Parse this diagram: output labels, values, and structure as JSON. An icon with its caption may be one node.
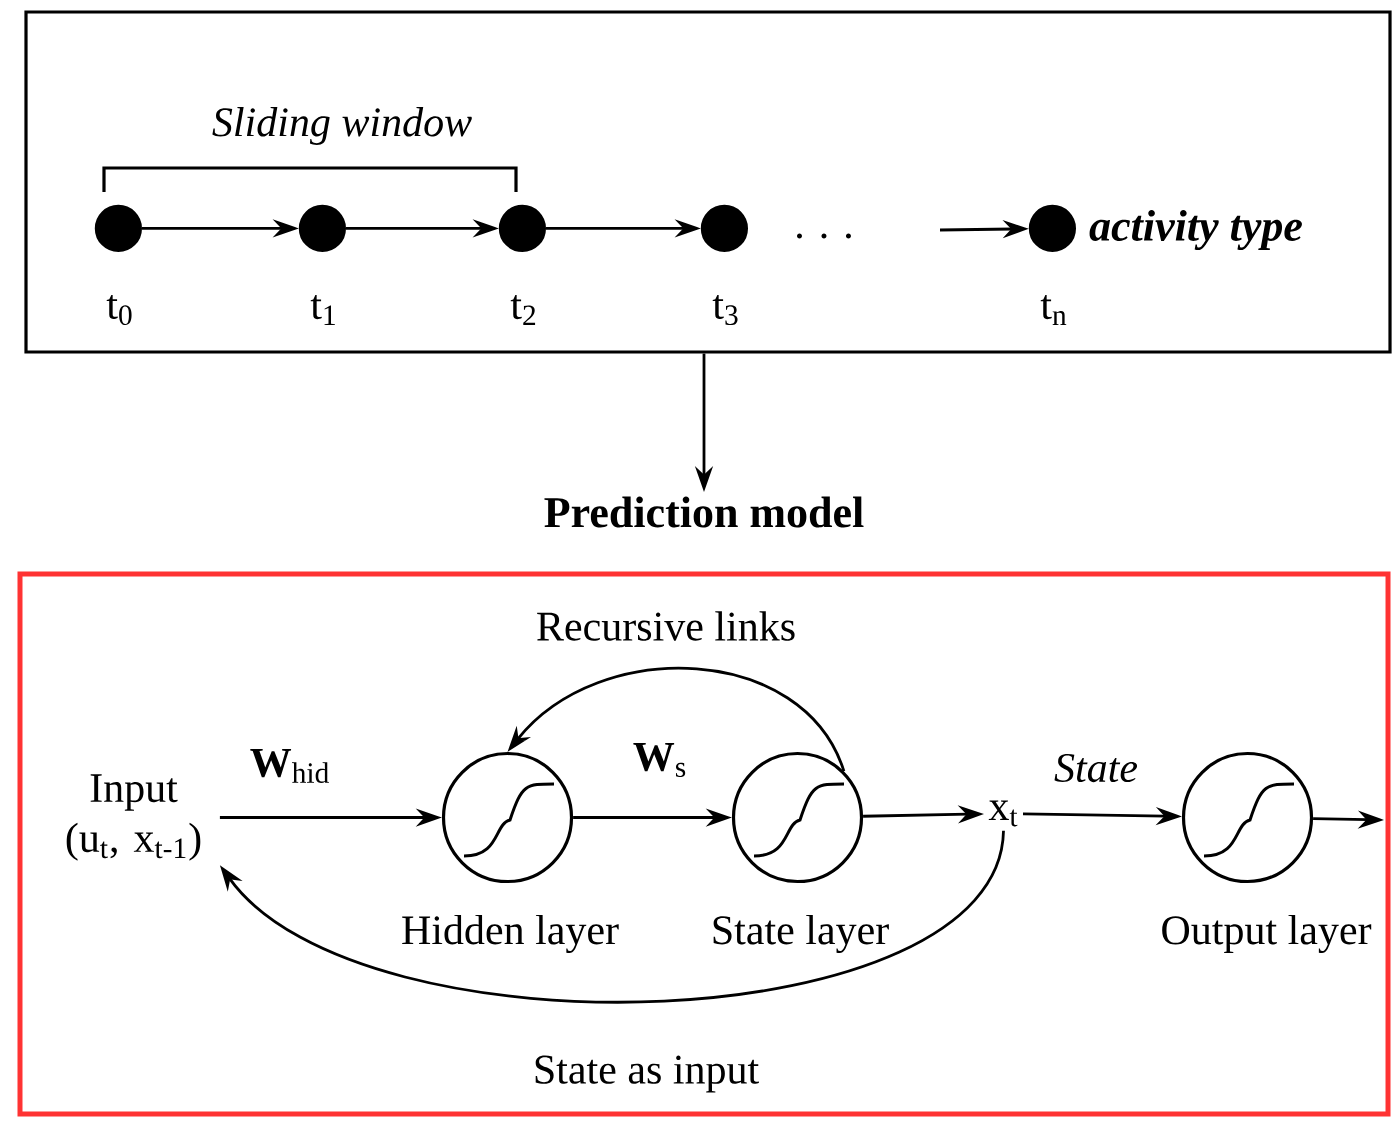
{
  "diagram": {
    "nodes": [
      {
        "text": [],
        "shape": "box"
      },
      {
        "text": [],
        "shape": "circle",
        "in": 0,
        "beside": [
          "t$_{0}$"
        ]
      },
      {
        "text": [],
        "shape": "circle",
        "in": 0,
        "beside": [
          "t$_{1}$"
        ]
      },
      {
        "text": [],
        "shape": "circle",
        "in": 0,
        "beside": [
          "t$_{2}$"
        ]
      },
      {
        "text": [],
        "shape": "circle",
        "in": 0,
        "beside": [
          "t$_{3}$"
        ]
      },
      {
        "text": [],
        "shape": "circle",
        "in": 0,
        "beside": [
          "t$_{n}$",
          "activity type"
        ]
      },
      {
        "text": [
          "Prediction model"
        ]
      },
      {
        "text": [],
        "shape": "box"
      },
      {
        "text": [
          "Input (u$_{t}$, x$_{t-1}$)"
        ],
        "in": 7
      },
      {
        "text": [],
        "shape": "circle",
        "in": 7,
        "beside": [
          "Hidden layer"
        ]
      },
      {
        "text": [],
        "shape": "circle",
        "in": 7,
        "beside": [
          "State layer"
        ]
      },
      {
        "text": [
          "x$_{t}$"
        ],
        "in": 7
      },
      {
        "text": [],
        "shape": "circle",
        "in": 7,
        "beside": [
          "Output layer"
        ]
      }
    ],
    "edges": [
      {
        "from": 1,
        "to": 2,
        "arrow": "to"
      },
      {
        "from": 2,
        "to": 3,
        "arrow": "to"
      },
      {
        "from": 3,
        "to": 4,
        "arrow": "to"
      },
      {
        "from": null,
        "to": 5,
        "arrow": "to"
      },
      {
        "from": 0,
        "to": 6,
        "arrow": "to"
      },
      {
        "from": 8,
        "to": 9,
        "arrow": "to",
        "label": "**W**$_{hid}$"
      },
      {
        "from": 9,
        "to": 10,
        "arrow": "to",
        "label": "**W**$_{s}$"
      },
      {
        "from": 10,
        "to": 11,
        "arrow": "to"
      },
      {
        "from": 10,
        "to": 9,
        "arrow": "to",
        "label": "Recursive links"
      },
      {
        "from": 11,
        "to": 12,
        "arrow": "to",
        "label": "State"
      },
      {
        "from": 12,
        "to": null,
        "arrow": "to"
      },
      {
        "from": 11,
        "to": 8,
        "arrow": "to",
        "label": "State as input"
      }
    ],
    "labels": [
      "Sliding window",
      ". . ."
    ]
  }
}
